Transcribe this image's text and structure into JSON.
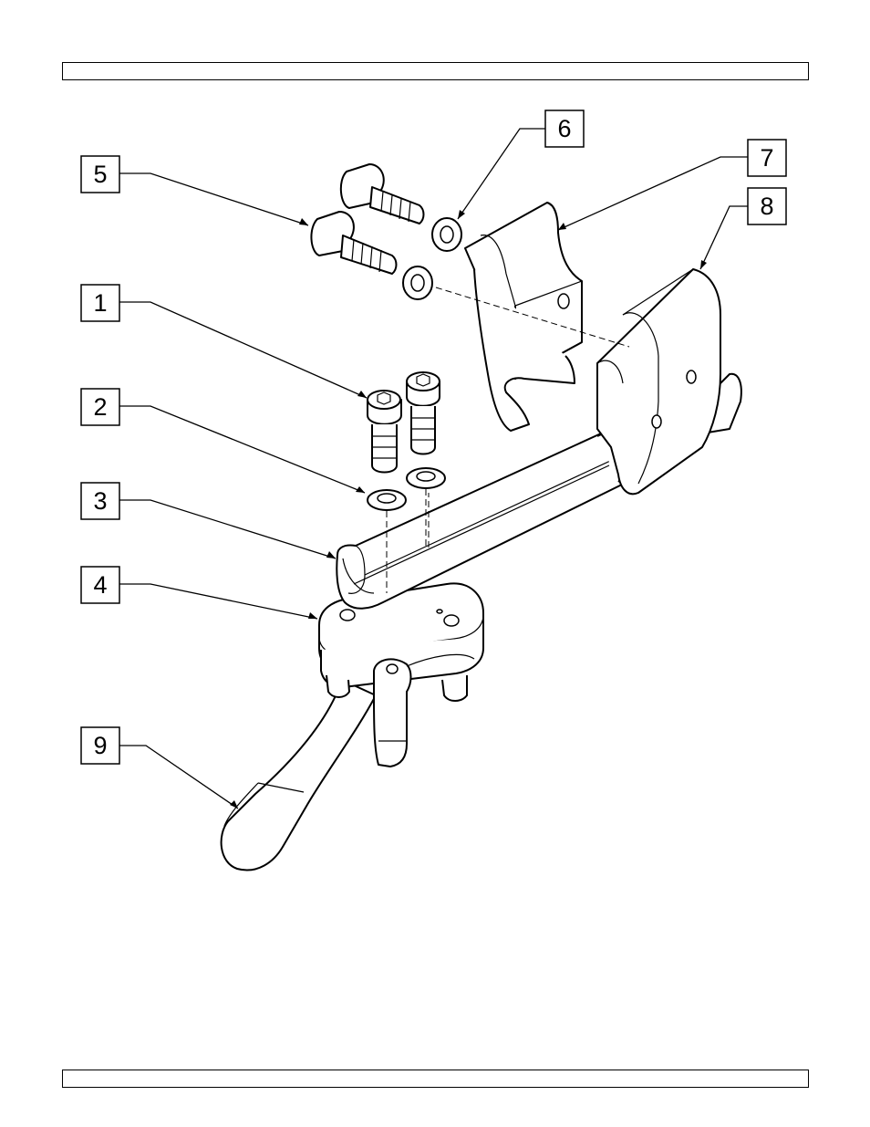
{
  "header_bar": {
    "text": ""
  },
  "footer_bar": {
    "text": ""
  },
  "callouts": [
    "1",
    "2",
    "3",
    "4",
    "5",
    "6",
    "7",
    "8",
    "9"
  ],
  "colors": {
    "line": "#000000",
    "background": "#ffffff"
  }
}
